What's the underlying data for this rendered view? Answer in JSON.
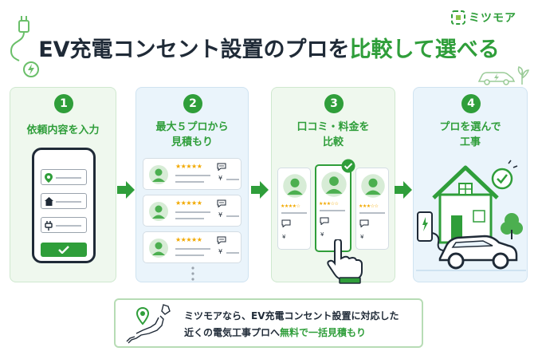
{
  "brand": {
    "name": "ミツモア",
    "logo_icon": "mitsumoa-logo-icon"
  },
  "header": {
    "title_dark": "EV充電コンセント設置のプロを",
    "title_green": "比較して選べる"
  },
  "steps": [
    {
      "number": "1",
      "title_lines": [
        "依頼内容を入力"
      ]
    },
    {
      "number": "2",
      "title_lines": [
        "最大５プロから",
        "見積もり"
      ]
    },
    {
      "number": "3",
      "title_lines": [
        "口コミ・料金を",
        "比較"
      ]
    },
    {
      "number": "4",
      "title_lines": [
        "プロを選んで",
        "工事"
      ]
    }
  ],
  "quotes": {
    "stars": "★★★★★",
    "yen": "¥"
  },
  "reviews": {
    "stars_left": "★★★★☆",
    "stars_mid": "★★★☆☆",
    "stars_right": "★★★☆☆",
    "yen": "¥"
  },
  "bottom_banner": {
    "line1": "ミツモアなら、EV充電コンセント設置に対応した",
    "line2_prefix": "近くの電気工事プロへ",
    "line2_highlight": "無料で一括見積もり"
  },
  "colors": {
    "accent": "#2f9e3a",
    "dark": "#1f2a37",
    "card_green": "#eff8ee",
    "card_blue": "#eaf4fb",
    "star": "#f2a900"
  }
}
